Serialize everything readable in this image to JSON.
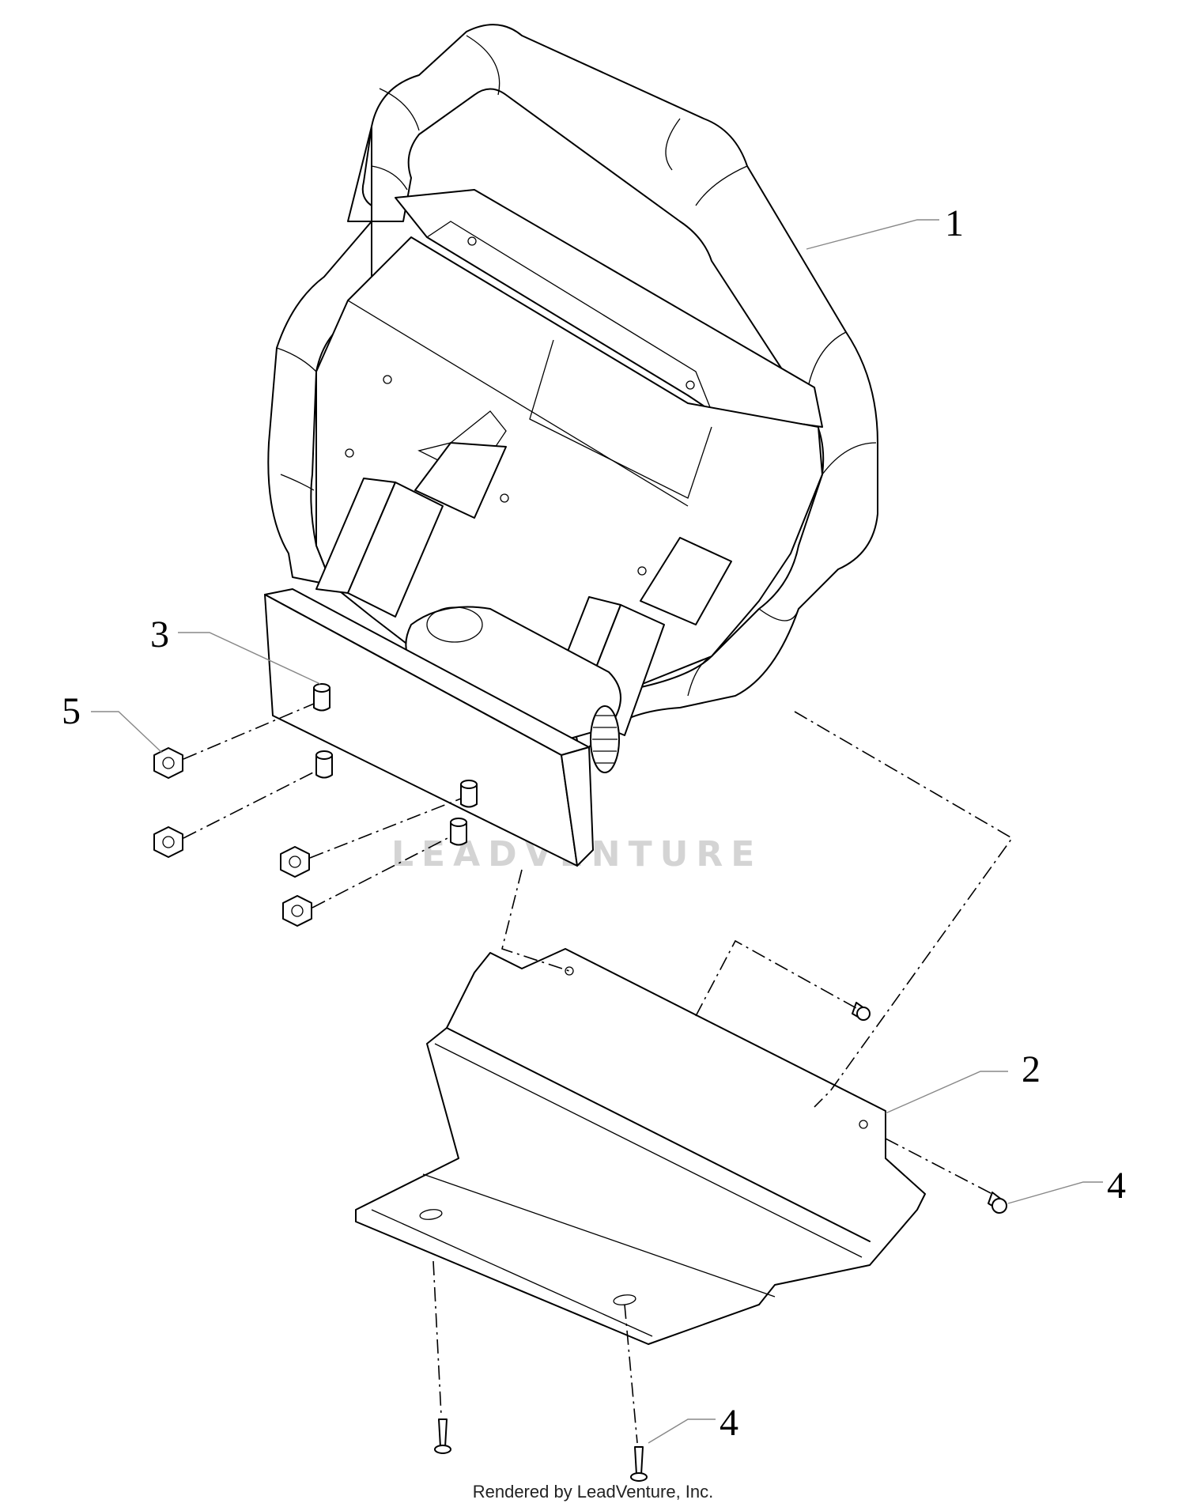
{
  "callouts": [
    {
      "id": "1",
      "label": "1"
    },
    {
      "id": "2",
      "label": "2"
    },
    {
      "id": "3",
      "label": "3"
    },
    {
      "id": "4a",
      "label": "4"
    },
    {
      "id": "4b",
      "label": "4"
    },
    {
      "id": "5",
      "label": "5"
    }
  ],
  "watermark": "LEADVENTURE",
  "footer": "Rendered by LeadVenture, Inc."
}
